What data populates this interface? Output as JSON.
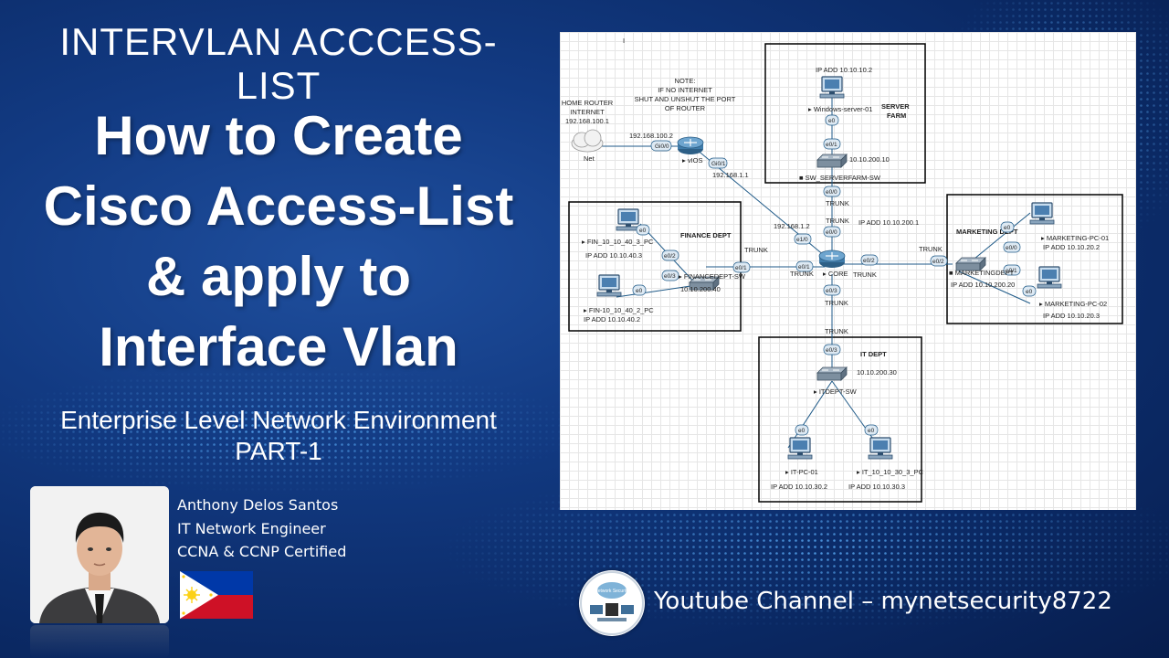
{
  "header": {
    "title": "INTERVLAN  ACCCESS-LIST",
    "headline": [
      "How to Create",
      "Cisco Access-List",
      "& apply to",
      "Interface Vlan"
    ],
    "subtitle_line1": "Enterprise Level Network Environment",
    "subtitle_line2": "PART-1"
  },
  "author": {
    "name": "Anthony Delos Santos",
    "role": "IT Network Engineer",
    "cert": "CCNA & CCNP Certified"
  },
  "channel": {
    "text": "Youtube Channel – mynetsecurity8722",
    "logo_text": "Network Security"
  },
  "diagram": {
    "marker": "I",
    "note": [
      "NOTE:",
      "IF NO INTERNET",
      "SHUT AND UNSHUT THE PORT",
      "OF ROUTER"
    ],
    "home_router": [
      "HOME ROUTER",
      "INTERNET",
      "192.168.100.1"
    ],
    "net_label": "Net",
    "vios": {
      "label": "▸ vIOS",
      "ip_gi00": "192.168.100.2",
      "port_gi00": "Gi0/0",
      "port_gi01": "Gi0/1",
      "ip_gi01": "192.168.1.1"
    },
    "server_farm": {
      "title": [
        "SERVER",
        "FARM"
      ],
      "server_ip": "IP ADD 10.10.10.2",
      "server_name": "▸ Windows-server-01",
      "server_port": "e0",
      "switch_port": "e0/1",
      "switch_ip": "10.10.200.10",
      "switch_name": "■ SW_SERVERFARM-SW",
      "uplink_port": "e0/0"
    },
    "core": {
      "name": "▸ CORE",
      "ip_gi": "192.168.1.2",
      "ip_vlan": "IP ADD 10.10.200.1",
      "ports": {
        "e10": "e1/0",
        "e00": "e0/0",
        "e01": "e0/1",
        "e02": "e0/2",
        "e03": "e0/3"
      }
    },
    "trunk": "TRUNK",
    "finance": {
      "title": "FINANCE DEPT",
      "pc1_name": "▸ FIN_10_10_40_3_PC",
      "pc1_ip": "IP ADD 10.10.40.3",
      "pc2_name": "▸ FIN-10_10_40_2_PC",
      "pc2_ip": "IP ADD 10.10.40.2",
      "pc_port": "e0",
      "sw_ports": [
        "e0/2",
        "e0/3",
        "e0/1"
      ],
      "sw_name": "▸ FINANCEDEPT-SW",
      "sw_ip": "10.10.200.40"
    },
    "marketing": {
      "title": "MARKETING DEPT",
      "pc1_name": "▸ MARKETING-PC-01",
      "pc1_ip": "IP ADD 10.10.20.2",
      "pc2_name": "▸ MARKETING-PC-02",
      "pc2_ip": "IP ADD 10.10.20.3",
      "pc_port": "e0",
      "sw_ports": [
        "e0/0",
        "e0/1",
        "e0/2"
      ],
      "sw_name": "■ MARKETINGDEPT",
      "sw_ip": "IP ADD 10.10.200.20"
    },
    "it": {
      "title": "IT  DEPT",
      "sw_ip": "10.10.200.30",
      "sw_name": "▸ ITDEPT-SW",
      "sw_port": "e0/3",
      "pc_port": "e0",
      "pc1_name": "▸ IT-PC-01",
      "pc1_ip": "IP ADD 10.10.30.2",
      "pc2_name": "▸ IT_10_10_30_3_PC",
      "pc2_ip": "IP ADD 10.10.30.3"
    }
  },
  "colors": {
    "background": "#123a82",
    "flag_blue": "#0038a8",
    "flag_red": "#ce1126",
    "flag_sun": "#fcd116"
  }
}
